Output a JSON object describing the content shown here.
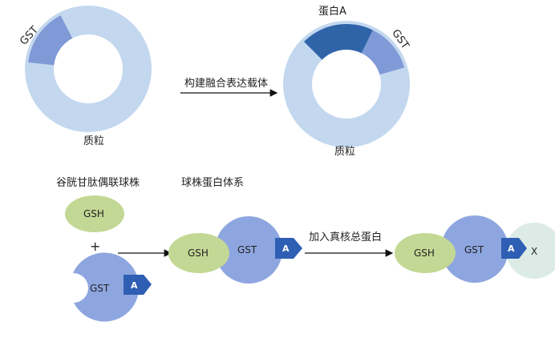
{
  "top": {
    "plasmid_left": {
      "gst_label": "GST",
      "plasmid_label": "质粒"
    },
    "arrow_label": "构建融合表达载体",
    "plasmid_right": {
      "protein_label": "蛋白A",
      "gst_label": "GST",
      "plasmid_label": "质粒"
    }
  },
  "bottom": {
    "beads_title": "谷胱甘肽偶联球株",
    "system_title": "球株蛋白体系",
    "gsh_label": "GSH",
    "gst_label": "GST",
    "a_label": "A",
    "x_label": "X",
    "plus_label": "+",
    "arrow_label": "加入真核总蛋白"
  },
  "colors": {
    "ring_light": "#c3d8ef",
    "gst_segment": "#7f9ad6",
    "protein_a_segment": "#2f64a8",
    "gst_blob": "#8ea6e0",
    "gsh_blob": "#c3d894",
    "tag_a": "#2f5fb4",
    "x_blob": "#dcebe5"
  }
}
